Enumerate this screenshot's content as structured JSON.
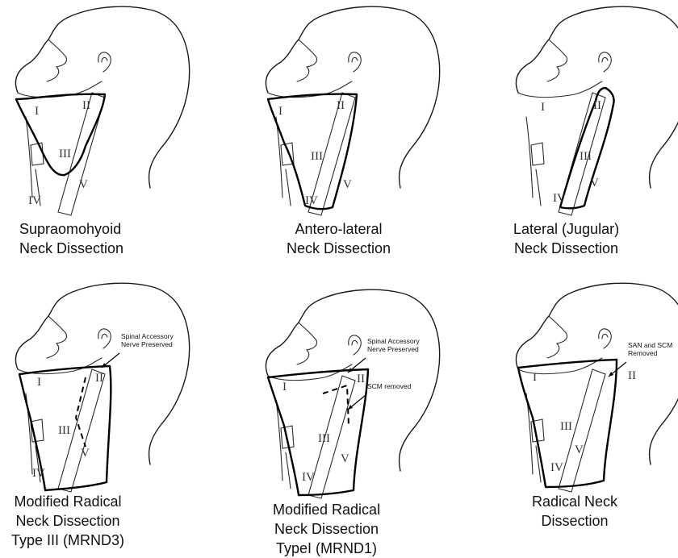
{
  "panels": [
    {
      "id": "supraomohyoid",
      "caption_lines": [
        "Supraomohyoid",
        "Neck Dissection"
      ],
      "levels": [
        "I",
        "II",
        "III",
        "IV",
        "V"
      ],
      "annotations": []
    },
    {
      "id": "antero-lateral",
      "caption_lines": [
        "Antero-lateral",
        "Neck Dissection"
      ],
      "levels": [
        "I",
        "II",
        "III",
        "IV",
        "V"
      ],
      "annotations": []
    },
    {
      "id": "lateral-jugular",
      "caption_lines": [
        "Lateral (Jugular)",
        "Neck Dissection"
      ],
      "levels": [
        "I",
        "II",
        "III",
        "IV",
        "V"
      ],
      "annotations": []
    },
    {
      "id": "mrnd3",
      "caption_lines": [
        "Modified Radical",
        "Neck Dissection",
        "Type III (MRND3)"
      ],
      "levels": [
        "I",
        "II",
        "III",
        "IV",
        "V"
      ],
      "annotations": [
        {
          "lines": [
            "Spinal Accessory",
            "Nerve Preserved"
          ]
        }
      ]
    },
    {
      "id": "mrnd1",
      "caption_lines": [
        "Modified Radical",
        "Neck Dissection",
        "TypeI    (MRND1)"
      ],
      "levels": [
        "I",
        "II",
        "III",
        "IV",
        "V"
      ],
      "annotations": [
        {
          "lines": [
            "Spinal Accessory",
            "Nerve Preserved"
          ]
        },
        {
          "lines": [
            "SCM removed"
          ]
        }
      ]
    },
    {
      "id": "radical",
      "caption_lines": [
        "Radical Neck",
        "Dissection"
      ],
      "levels": [
        "I",
        "II",
        "III",
        "IV",
        "V"
      ],
      "annotations": [
        {
          "lines": [
            "SAN and SCM",
            "Removed"
          ]
        }
      ]
    }
  ]
}
